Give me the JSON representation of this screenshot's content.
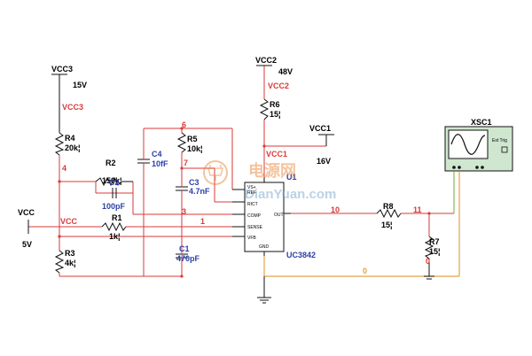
{
  "colors": {
    "wire": "#d83a3a",
    "ground_wire": "#e3a245",
    "scope_wire": "#6fae3a",
    "label_black": "#111111",
    "label_red": "#d83a3a",
    "label_blue": "#2a3fa8",
    "watermark": "#e77b2b"
  },
  "sources": {
    "vcc3": {
      "name": "VCC3",
      "value": "15V",
      "net": "VCC3"
    },
    "vcc2": {
      "name": "VCC2",
      "value": "48V",
      "net": "VCC2"
    },
    "vcc1": {
      "name": "VCC1",
      "value": "16V",
      "net": "VCC1"
    },
    "vcc": {
      "name": "VCC",
      "value": "5V",
      "net": "VCC"
    }
  },
  "components": {
    "r1": {
      "ref": "R1",
      "value": "1k¦"
    },
    "r2": {
      "ref": "R2",
      "value": "150k¦"
    },
    "r3": {
      "ref": "R3",
      "value": "4k¦"
    },
    "r4": {
      "ref": "R4",
      "value": "20k¦"
    },
    "r5": {
      "ref": "R5",
      "value": "10k¦"
    },
    "r6": {
      "ref": "R6",
      "value": "15¦"
    },
    "r7": {
      "ref": "R7",
      "value": "15¦"
    },
    "r8": {
      "ref": "R8",
      "value": "15¦"
    },
    "c1": {
      "ref": "C1",
      "value": "470pF"
    },
    "c2": {
      "ref": "C2",
      "value": "100pF"
    },
    "c3": {
      "ref": "C3",
      "value": "4.7nF"
    },
    "c4": {
      "ref": "C4",
      "value": "10fF"
    },
    "u1": {
      "ref": "U1",
      "part": "UC3842",
      "pins": [
        "VS+",
        "REF",
        "RICT",
        "COMP",
        "SENSE",
        "VFB",
        "OUT",
        "GND"
      ]
    },
    "xsc1": {
      "ref": "XSC1",
      "ext_trig": "Ext Trig"
    }
  },
  "nets": {
    "n0": "0",
    "n1": "1",
    "n3": "3",
    "n4": "4",
    "n6": "6",
    "n7": "7",
    "n10": "10",
    "n11": "11"
  },
  "watermark": {
    "cn": "电源网",
    "en": "DianYuan.com"
  }
}
